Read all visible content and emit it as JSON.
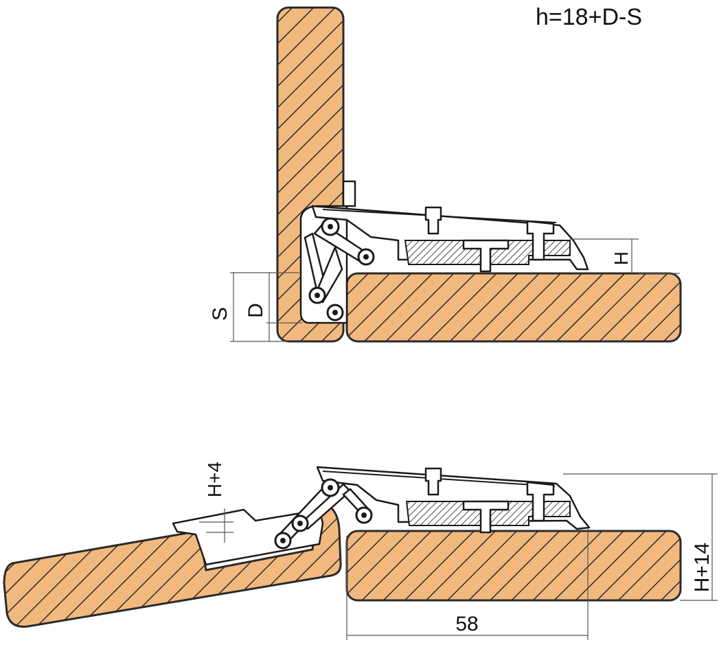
{
  "formula": "h=18+D-S",
  "labels": {
    "H": "H",
    "S": "S",
    "D": "D",
    "H4": "H+4",
    "H14": "H+14",
    "dim58": "58"
  },
  "colors": {
    "wood_fill": "#f2b97f",
    "hatch_line": "#2a2a2a",
    "outline": "#1a1a1a",
    "dimension_line": "#555555"
  }
}
